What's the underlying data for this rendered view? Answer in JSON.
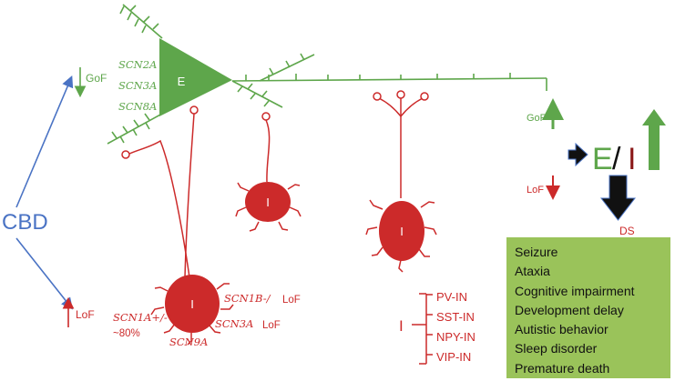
{
  "colors": {
    "green": "#5ea64b",
    "red": "#cc2a2a",
    "blue": "#4a73c4",
    "box_bg": "#9ac35a",
    "black": "#111111"
  },
  "cbd_label": "CBD",
  "excitatory_neuron": {
    "label": "E",
    "genes": [
      "SCN2A",
      "SCN3A",
      "SCN8A"
    ],
    "gof_label": "GoF"
  },
  "inhibitory_neurons": {
    "label": "I",
    "main_neuron_genes": {
      "scn1a": "SCN1A+/-",
      "percent": "~80%",
      "scn9a": "SCN9A",
      "scn1b": "SCN1B-/",
      "scn1b_effect": "LoF",
      "scn3a": "SCN3A",
      "scn3a_effect": "LoF"
    },
    "lof_label": "LoF"
  },
  "interneuron_legend": {
    "label": "I",
    "types": [
      "PV-IN",
      "SST-IN",
      "NPY-IN",
      "VIP-IN"
    ]
  },
  "balance": {
    "gof_label": "GoF",
    "lof_label": "LoF",
    "e_letter": "E",
    "slash": "/",
    "i_letter": "I",
    "outcome": "DS"
  },
  "symptoms": [
    "Seizure",
    "Ataxia",
    "Cognitive impairment",
    "Development delay",
    "Autistic behavior",
    "Sleep disorder",
    "Premature death"
  ]
}
